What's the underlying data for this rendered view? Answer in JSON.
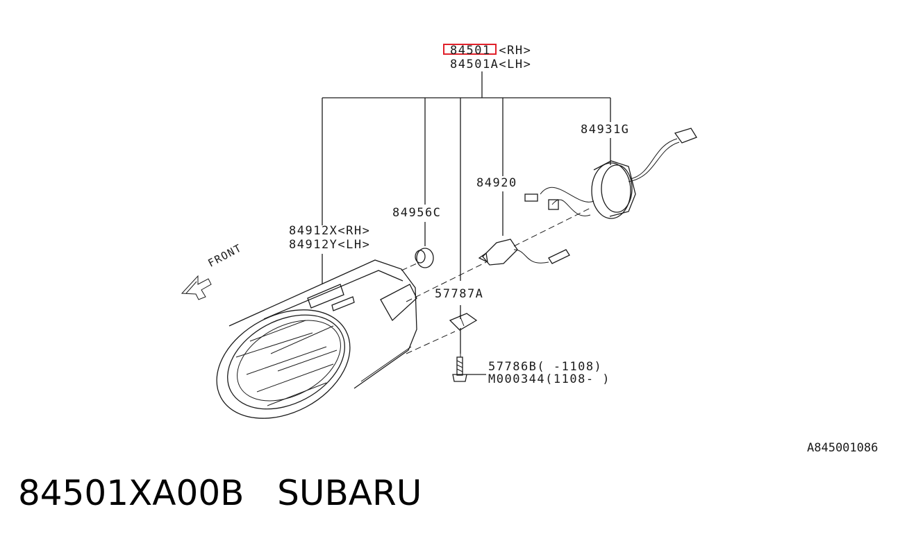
{
  "callouts": {
    "main_rh": "84501 <RH>",
    "main_lh": "84501A<LH>",
    "housing": "84931G",
    "bulb": "84920",
    "grommet": "84956C",
    "lamp_rh": "84912X<RH>",
    "lamp_lh": "84912Y<LH>",
    "nut": "57787A",
    "bolt_a": "57786B( -1108)",
    "bolt_b": "M000344(1108- )",
    "front": "FRONT"
  },
  "highlight": {
    "part": "84501",
    "color": "#e0202a"
  },
  "reference_code": "A845001086",
  "footer": {
    "part_number": "84501XA00B",
    "brand": "SUBARU"
  }
}
